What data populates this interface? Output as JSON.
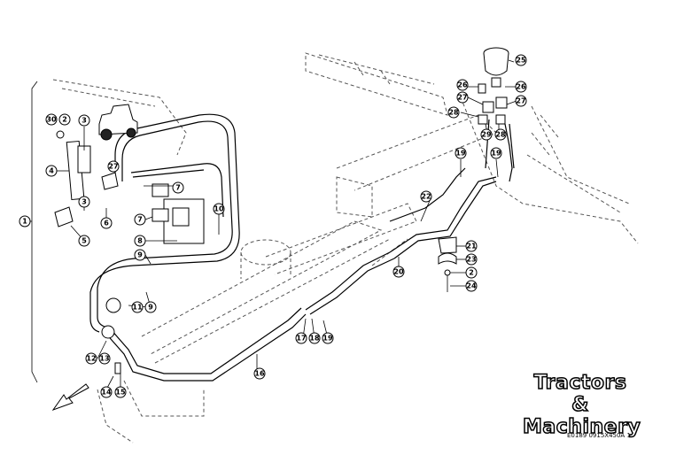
{
  "diagram": {
    "callouts": [
      "1",
      "2",
      "3",
      "3",
      "4",
      "5",
      "6",
      "7",
      "7",
      "8",
      "9",
      "9",
      "10",
      "11",
      "12",
      "13",
      "14",
      "15",
      "16",
      "17",
      "18",
      "19",
      "19",
      "19",
      "20",
      "21",
      "22",
      "23",
      "2",
      "24",
      "25",
      "26",
      "26",
      "27",
      "27",
      "27",
      "28",
      "28",
      "29",
      "30"
    ],
    "watermark": {
      "line1": "Tractors",
      "line2": "&",
      "line3": "Machinery"
    },
    "drawing_code": "E0189 0915X450A 1",
    "colors": {
      "line": "#000000",
      "background": "#ffffff",
      "ghost": "#555555"
    }
  }
}
